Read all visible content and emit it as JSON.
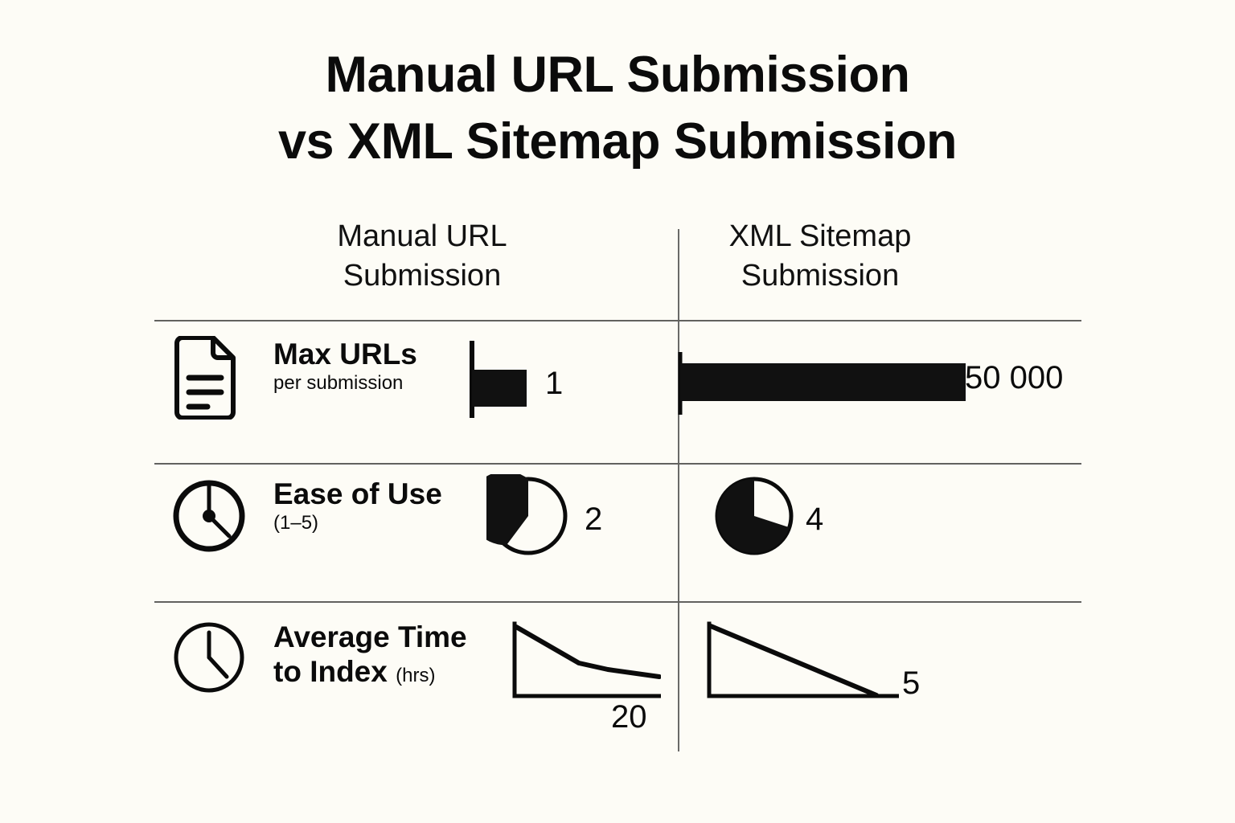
{
  "title": {
    "line1": "Manual URL Submission",
    "line2": "vs XML Sitemap Submission"
  },
  "columns": [
    {
      "id": "manual",
      "label_line1": "Manual URL",
      "label_line2": "Submission"
    },
    {
      "id": "sitemap",
      "label_line1": "XML Sitemap",
      "label_line2": "Submission"
    }
  ],
  "rows": [
    {
      "icon": "document-icon",
      "label_main": "Max URLs",
      "label_sub": "per submission",
      "label_sub_inline": false,
      "viz_type": "bar",
      "left": {
        "value_text": "1",
        "value": 1
      },
      "right": {
        "value_text": "50 000",
        "value": 50000
      }
    },
    {
      "icon": "clock-icon",
      "label_main": "Ease of Use",
      "label_sub": "(1–5)",
      "label_sub_inline": false,
      "viz_type": "pie",
      "left": {
        "value_text": "2",
        "value": 2
      },
      "right": {
        "value_text": "4",
        "value": 4
      }
    },
    {
      "icon": "clock-icon",
      "label_main_line1": "Average Time",
      "label_main_line2": "to Index",
      "label_sub": "(hrs)",
      "label_sub_inline": true,
      "viz_type": "line",
      "left": {
        "value_text": "20",
        "value": 20
      },
      "right": {
        "value_text": "5",
        "value": 5
      }
    }
  ],
  "chart_data": {
    "type": "bar",
    "title": "Manual URL Submission vs XML Sitemap Submission",
    "categories": [
      "Max URLs per submission",
      "Ease of Use (1-5)",
      "Average Time to Index (hrs)"
    ],
    "series": [
      {
        "name": "Manual URL Submission",
        "values": [
          1,
          2,
          20
        ]
      },
      {
        "name": "XML Sitemap Submission",
        "values": [
          50000,
          4,
          5
        ]
      }
    ],
    "units": [
      "URLs per submission",
      "rating 1-5",
      "hours"
    ],
    "xlabel": "",
    "ylabel": "",
    "legend": "column-headers",
    "grid": false,
    "notes": "Row 1 rendered as horizontal bars (1 vs 50000, not to scale). Row 2 rendered as pie/donut fills out of 5 (2/5 = 40%, 4/5 = 80%). Row 3 rendered as declining line sparklines (20 hrs decaying curve vs 5 hrs steep linear decline)."
  },
  "colors": {
    "background": "#FDFCF6",
    "ink": "#0B0B0B",
    "rule": "#62625F"
  }
}
